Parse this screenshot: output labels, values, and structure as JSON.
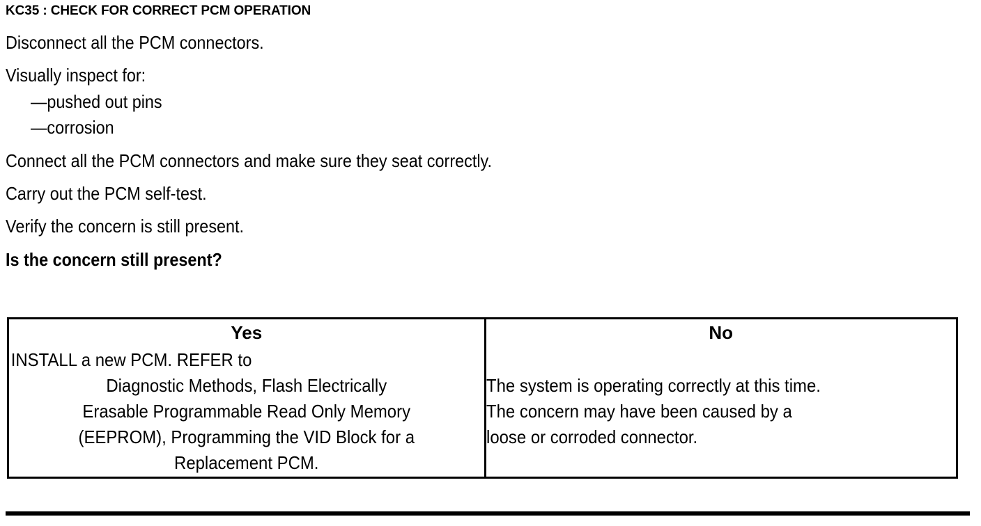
{
  "document": {
    "step_heading": "KC35 : CHECK FOR CORRECT PCM OPERATION",
    "instructions": [
      {
        "text": "Disconnect all the PCM connectors.",
        "style": "normal",
        "indent": false
      },
      {
        "text": "Visually inspect for:",
        "style": "normal",
        "indent": false
      },
      {
        "text": "—pushed out pins",
        "style": "normal",
        "indent": true
      },
      {
        "text": "—corrosion",
        "style": "normal",
        "indent": true
      },
      {
        "text": "Connect all the PCM connectors and make sure they seat correctly.",
        "style": "normal",
        "indent": false
      },
      {
        "text": "Carry out the PCM self-test.",
        "style": "normal",
        "indent": false
      },
      {
        "text": "Verify the concern is still present.",
        "style": "normal",
        "indent": false
      },
      {
        "text": "Is the concern still present?",
        "style": "bold",
        "indent": false
      }
    ],
    "decision_table": {
      "headers": [
        "Yes",
        "No"
      ],
      "yes_cell_lines": [
        "INSTALL a new PCM. REFER to",
        "Diagnostic Methods, Flash Electrically",
        "Erasable Programmable Read Only Memory",
        "(EEPROM), Programming the VID Block for a",
        "Replacement PCM."
      ],
      "no_cell_lines": [
        "The system is operating correctly at this time.",
        "The concern may have been caused by a",
        "loose or corroded connector."
      ]
    }
  }
}
